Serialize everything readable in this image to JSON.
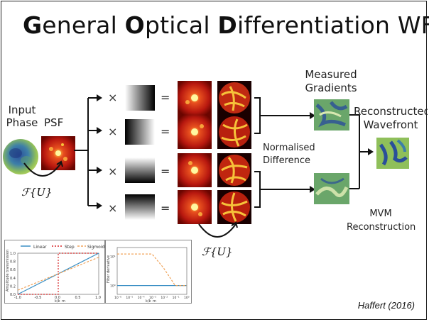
{
  "slide": {
    "title_parts": [
      {
        "text": "G",
        "bold": true
      },
      {
        "text": "eneral ",
        "bold": false
      },
      {
        "text": "O",
        "bold": true
      },
      {
        "text": "ptical ",
        "bold": false
      },
      {
        "text": "D",
        "bold": true
      },
      {
        "text": "ifferentiation WFS",
        "bold": false
      }
    ],
    "citation": "Haffert (2016)"
  },
  "diagram": {
    "input_phase": "Input\nPhase",
    "psf": "PSF",
    "fourier_1": "ℱ{U}",
    "fourier_2": "ℱ{U}",
    "times": "×",
    "equals": "=",
    "normalised_difference": "Normalised\nDifference",
    "measured_gradients": "Measured\nGradients",
    "reconstructed_wavefront": "Reconstructed\nWavefront",
    "mvm_reconstruction": "MVM\nReconstruction",
    "filter_rows": 4
  },
  "colors": {
    "psf_hot": "#f6d23a",
    "psf_mid": "#d8321a",
    "psf_dark": "#2a0000",
    "phase_blue": "#2a4f9a",
    "phase_green": "#8fbf5a",
    "grad_green": "#6aa66a",
    "linear": "#3a8fc4",
    "step": "#d62728",
    "sigmoid": "#f0a35a"
  },
  "chart_data": [
    {
      "type": "line",
      "title": "",
      "legend": [
        "Linear",
        "Step",
        "Sigmoid"
      ],
      "xlabel": "k/k_m",
      "ylabel": "Amplitude transmission",
      "xlim": [
        -1.0,
        1.0
      ],
      "ylim": [
        0.0,
        1.0
      ],
      "xticks": [
        "-1.0",
        "-0.5",
        "0.0",
        "0.5",
        "1.0"
      ],
      "yticks": [
        "0.0",
        "0.2",
        "0.4",
        "0.6",
        "0.8",
        "1.0"
      ],
      "series": [
        {
          "name": "Linear",
          "x": [
            -1.0,
            1.0
          ],
          "y": [
            0.0,
            1.0
          ]
        },
        {
          "name": "Step",
          "x": [
            -1.0,
            0.0,
            0.0,
            1.0
          ],
          "y": [
            0.0,
            0.0,
            1.0,
            1.0
          ]
        },
        {
          "name": "Sigmoid",
          "x": [
            -1.0,
            -0.5,
            0.0,
            0.5,
            1.0
          ],
          "y": [
            0.1,
            0.3,
            0.5,
            0.7,
            0.9
          ]
        }
      ]
    },
    {
      "type": "line",
      "title": "",
      "xlabel": "k/k_m",
      "ylabel": "Filter derivative",
      "scale": "log",
      "xticks": [
        "10⁻⁶",
        "10⁻⁵",
        "10⁻⁴",
        "10⁻³",
        "10⁻²",
        "10⁻¹",
        "10⁰"
      ],
      "yticks": [
        "10⁰",
        "10¹"
      ],
      "series": [
        {
          "name": "Linear",
          "x": [
            1e-06,
            1
          ],
          "y": [
            1,
            1
          ]
        },
        {
          "name": "Sigmoid",
          "x": [
            1e-06,
            0.001,
            0.01,
            0.1,
            1
          ],
          "y": [
            12,
            12,
            4,
            1,
            1
          ]
        }
      ]
    }
  ]
}
